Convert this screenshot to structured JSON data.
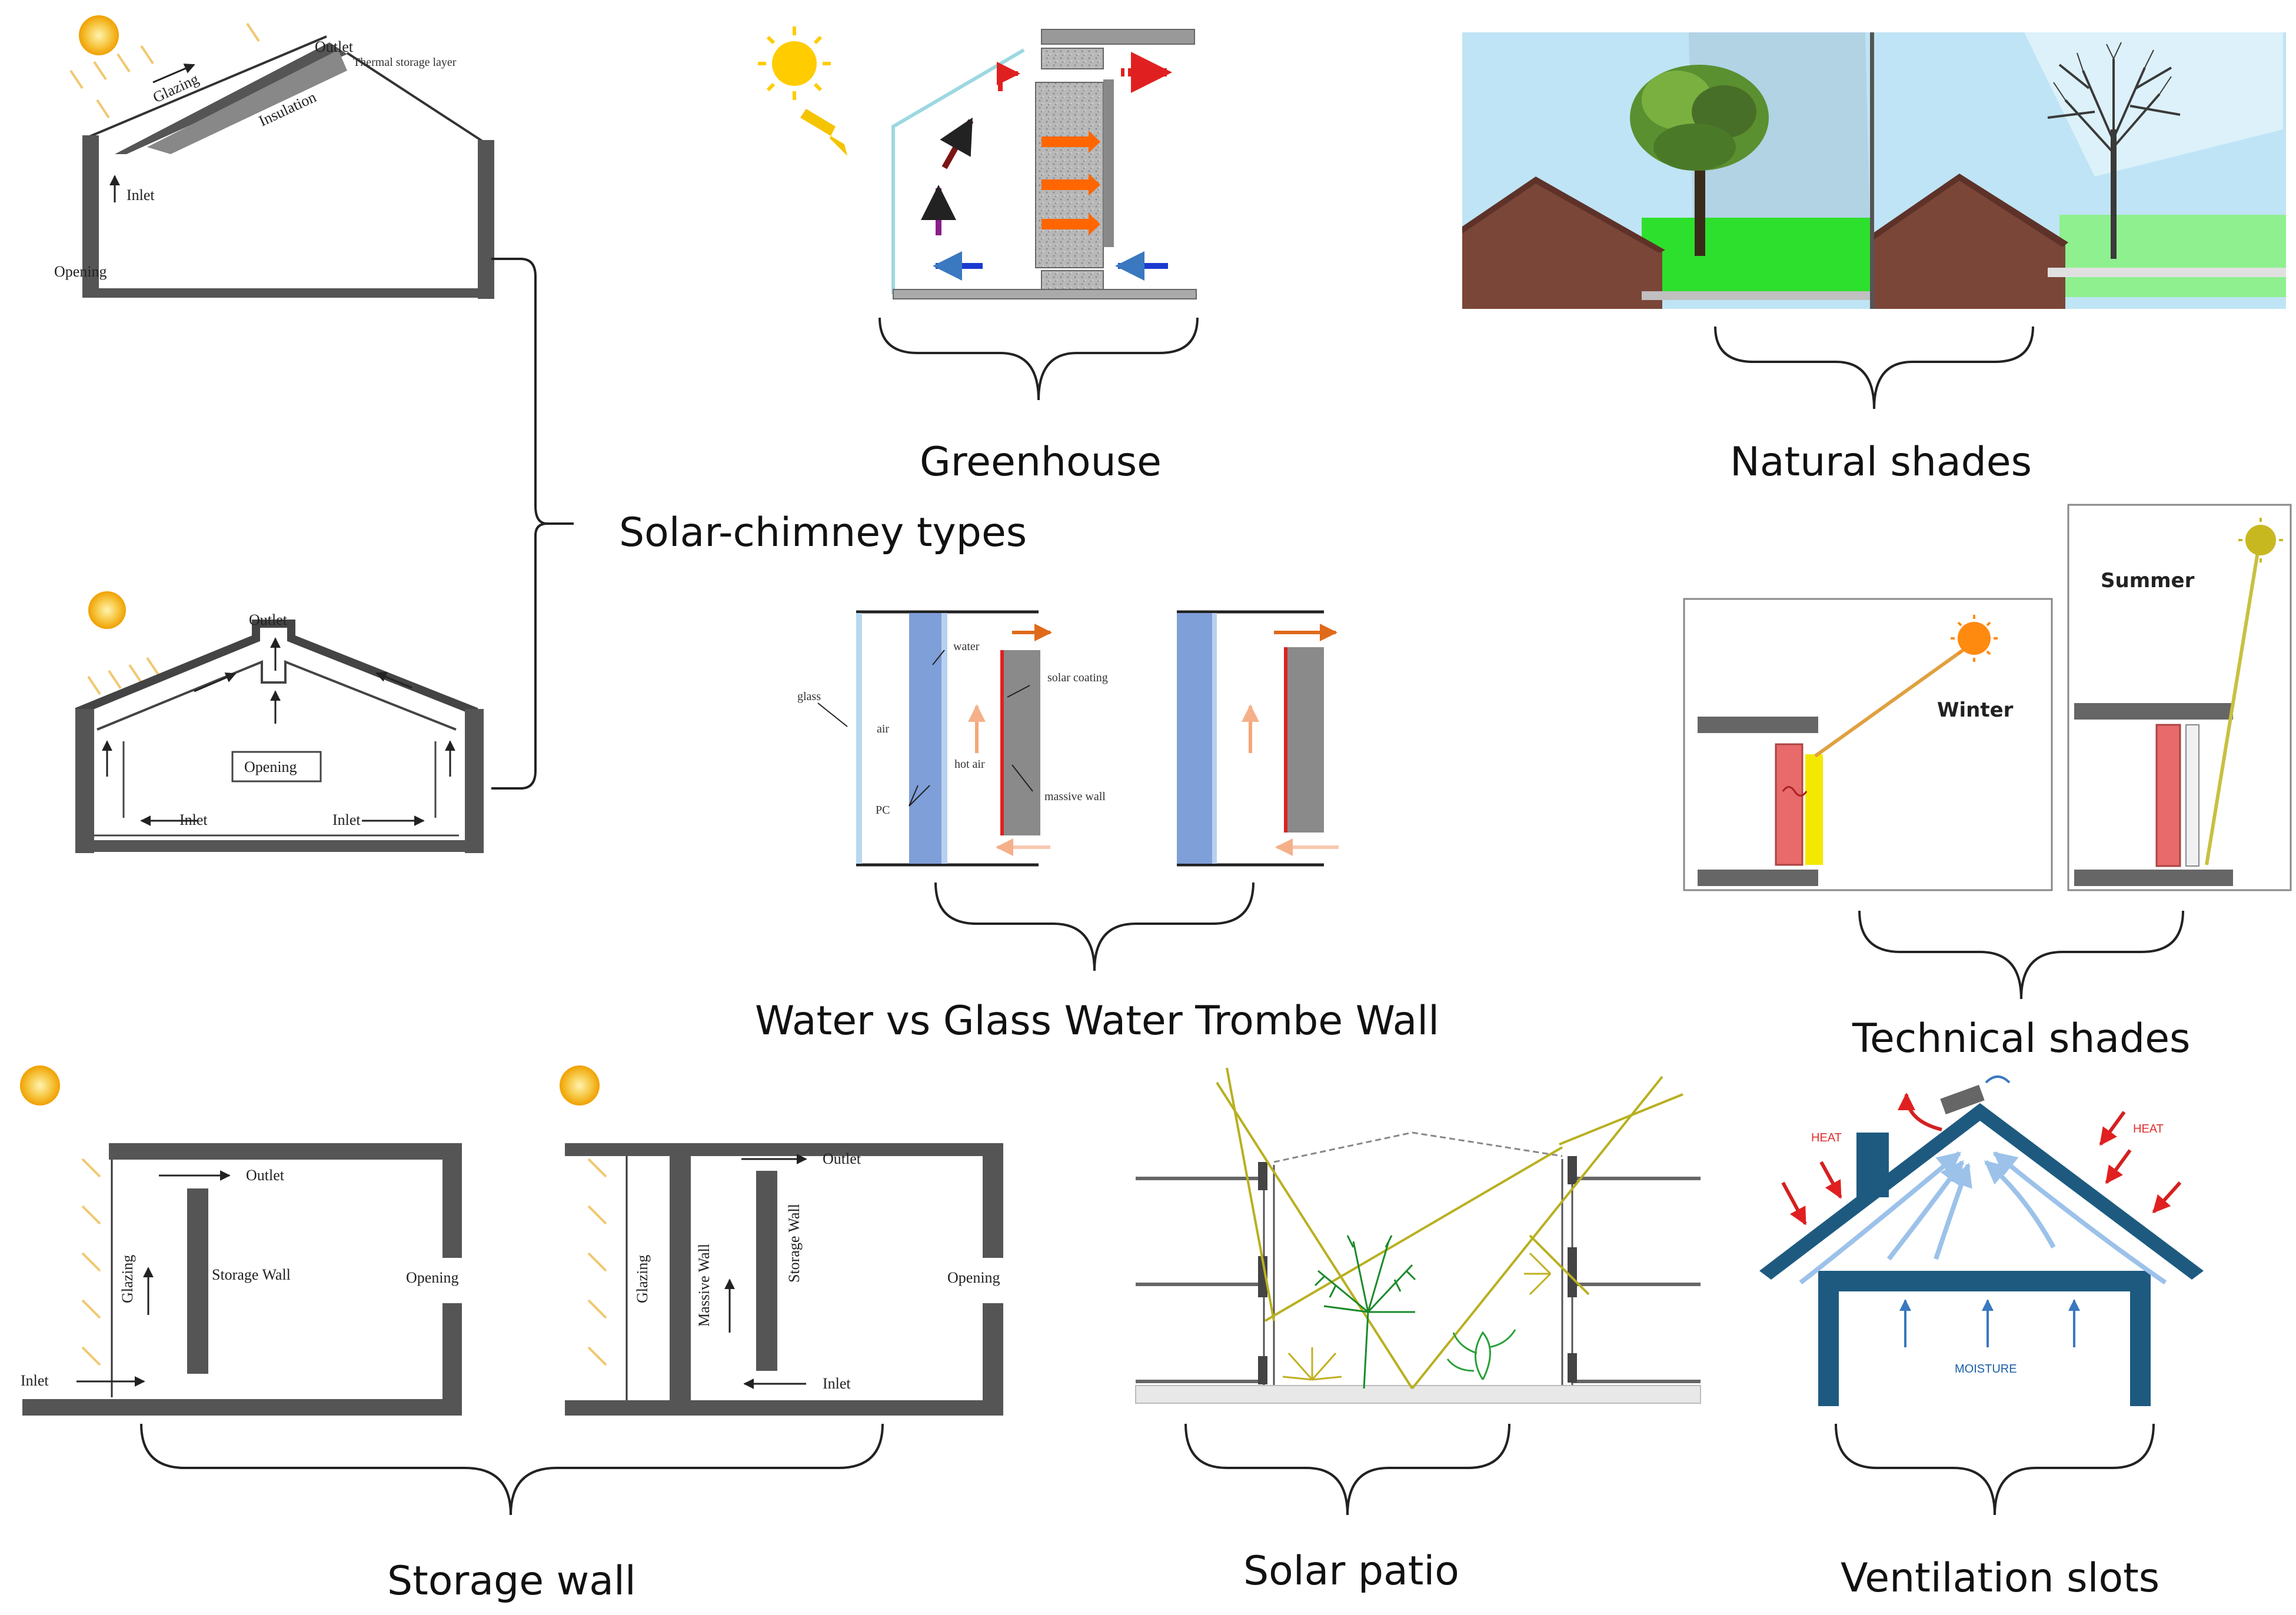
{
  "captions": {
    "solar_chimney": "Solar-chimney types",
    "greenhouse": "Greenhouse",
    "natural_shades": "Natural shades",
    "trombe": "Water vs Glass Water Trombe Wall",
    "technical_shades": "Technical shades",
    "storage_wall": "Storage wall",
    "solar_patio": "Solar patio",
    "ventilation_slots": "Ventilation slots"
  },
  "chimney1": {
    "outlet": "Outlet",
    "thermal": "Thermal storage layer",
    "glazing": "Glazing",
    "insulation": "Insulation",
    "inlet": "Inlet",
    "opening": "Opening"
  },
  "chimney2": {
    "outlet": "Outlet",
    "opening": "Opening",
    "inlet_left": "Inlet",
    "inlet_right": "Inlet"
  },
  "trombe": {
    "glass": "glass",
    "air": "air",
    "water": "water",
    "solar_coating": "solar coating",
    "hot_air": "hot air",
    "pc": "PC",
    "massive_wall": "massive wall"
  },
  "tech_shades": {
    "winter": "Winter",
    "summer": "Summer"
  },
  "storage1": {
    "outlet": "Outlet",
    "glazing": "Glazing",
    "storage_wall": "Storage Wall",
    "opening": "Opening",
    "inlet": "Inlet"
  },
  "storage2": {
    "outlet": "Outlet",
    "glazing": "Glazing",
    "massive_wall": "Massive Wall",
    "storage_wall": "Storage Wall",
    "opening": "Opening",
    "inlet": "Inlet"
  },
  "ventilation": {
    "heat_left": "HEAT",
    "heat_right": "HEAT",
    "moisture": "MOISTURE"
  },
  "colors": {
    "sun": "#f5b800",
    "wall": "#555555",
    "glazing_blue": "#8fa8dc",
    "roof_blue": "#1e5a80",
    "red_arrow": "#d42020",
    "grass": "#2ee02e",
    "brick": "#7a4638",
    "sky": "#bfe4f5"
  }
}
